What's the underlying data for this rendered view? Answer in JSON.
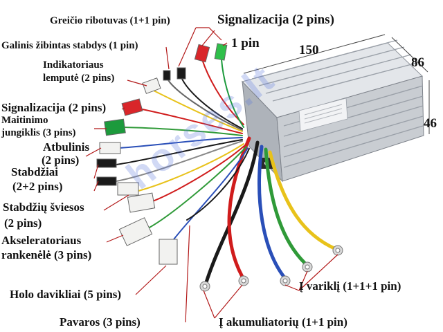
{
  "labels": {
    "greicio_ribotuvas": "Greičio ribotuvas (1+1 pin)",
    "signalizacija_top": "Signalizacija (2 pins)",
    "one_pin": "1 pin",
    "galinis_zibintas": "Galinis žibintas stabdys (1 pin)",
    "indikatoriaus": "Indikatoriaus",
    "lempute": "lemputė (2 pins)",
    "signalizacija_left": "Signalizacija (2 pins)",
    "maitinimo": "Maitinimo",
    "jungiklis": "jungiklis (3 pins)",
    "atbulinis": "Atbulinis",
    "atbulinis_pins": "(2 pins)",
    "stabdziai": "Stabdžiai",
    "stabdziai_pins": "(2+2 pins)",
    "stabdziu_sviesos": "Stabdžių šviesos",
    "stabdziu_pins": "(2 pins)",
    "akseleratoriaus": "Akseleratoriaus",
    "rankenele": "rankenėlė (3 pins)",
    "holo": "Holo davikliai (5 pins)",
    "pavaros": "Pavaros (3 pins)",
    "akumuliatoriu": "Į akumuliatorių (1+1 pin)",
    "varikli": "Į variklį (1+1+1 pin)"
  },
  "dimensions": {
    "length": "150",
    "width": "86",
    "height": "46"
  },
  "watermark": "horses.lt",
  "colors": {
    "controller_body": "#c9cdd2",
    "leader_line": "#b21818",
    "wire_red": "#d01c1c",
    "wire_black": "#1a1a1a",
    "wire_yellow": "#e8c21a",
    "wire_green": "#2f9a38",
    "wire_blue": "#2a4fb8",
    "connector_red": "#d9262a",
    "connector_green": "#1c9a3c",
    "connector_white": "#f2f2f0"
  }
}
